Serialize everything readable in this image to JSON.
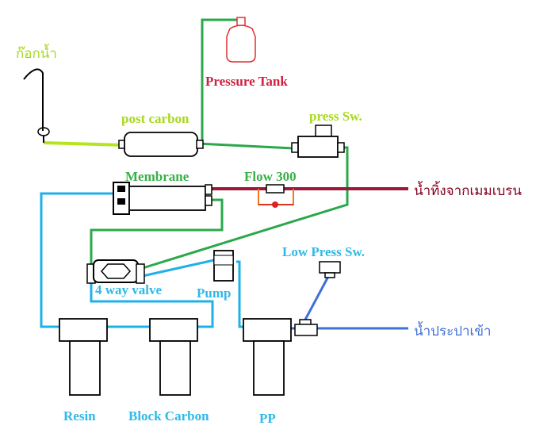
{
  "labels": {
    "faucet": "ก๊อกน้ำ",
    "pressure_tank": "Pressure Tank",
    "post_carbon": "post carbon",
    "press_sw": "press Sw.",
    "membrane": "Membrane",
    "flow": "Flow 300",
    "drain": "น้ำทิ้งจากเมมเบรน",
    "low_press_sw": "Low Press Sw.",
    "four_way_valve": "4 way valve",
    "pump": "Pump",
    "tap_water_in": "น้ำประปาเข้า",
    "resin": "Resin",
    "block_carbon": "Block Carbon",
    "pp": "PP"
  },
  "colors": {
    "green_line": "#2aa84a",
    "lime_line": "#b5e61d",
    "cyan_line": "#20b0e8",
    "blue_line": "#4070d8",
    "maroon_line": "#9b1a3a",
    "tank_red": "#e03030",
    "label_lime": "#a8d820",
    "label_green": "#38b048",
    "label_red": "#d02040",
    "label_cyan": "#30b8e8",
    "label_blue": "#4070d8",
    "label_maroon": "#800020",
    "flow_orange": "#f07818"
  }
}
